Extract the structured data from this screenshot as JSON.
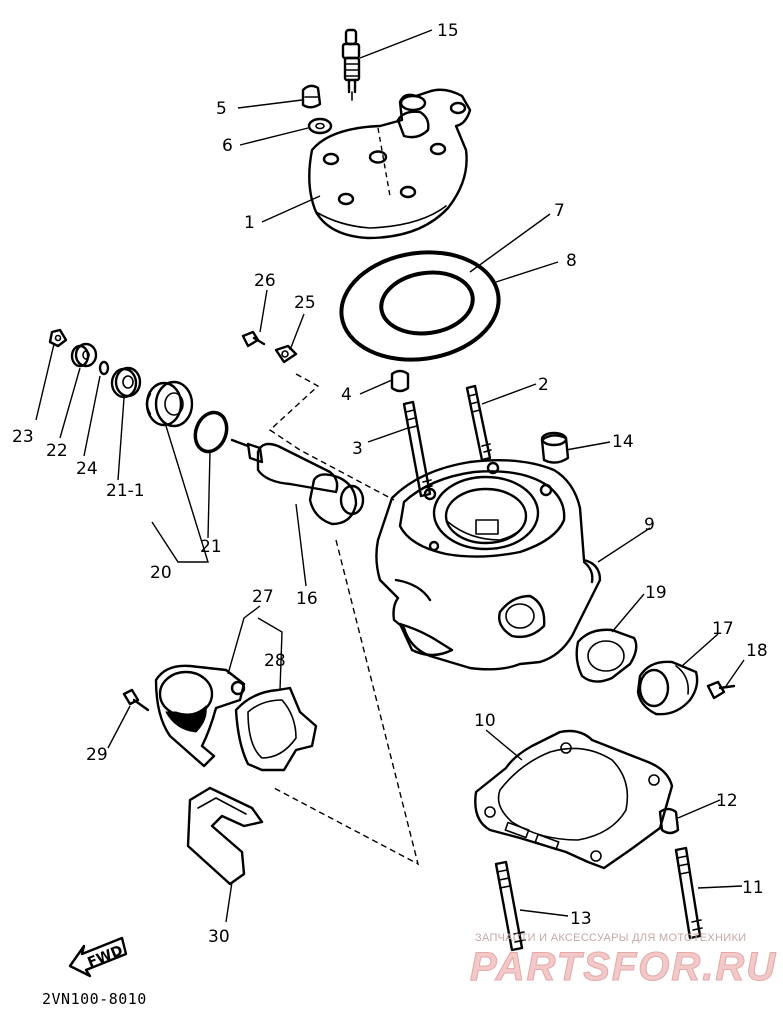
{
  "callouts": {
    "c1": "1",
    "c2": "2",
    "c3": "3",
    "c4": "4",
    "c5": "5",
    "c6": "6",
    "c7": "7",
    "c8": "8",
    "c9": "9",
    "c10": "10",
    "c11": "11",
    "c12": "12",
    "c13": "13",
    "c14": "14",
    "c15": "15",
    "c16": "16",
    "c17": "17",
    "c18": "18",
    "c19": "19",
    "c20": "20",
    "c21": "21",
    "c21_1": "21-1",
    "c22": "22",
    "c23": "23",
    "c24": "24",
    "c25": "25",
    "c26": "26",
    "c27": "27",
    "c28": "28",
    "c29": "29",
    "c30": "30"
  },
  "diagram_code": "2VN100-8010",
  "fwd_label": "FWD",
  "watermark": {
    "line1": "ЗАПЧАСТИ И АКСЕССУАРЫ ДЛЯ МОТОТЕХНИКИ",
    "line2": "PARTSFOR.RU"
  },
  "icons": [
    "fwd-arrow-icon",
    "watermark-logo"
  ]
}
